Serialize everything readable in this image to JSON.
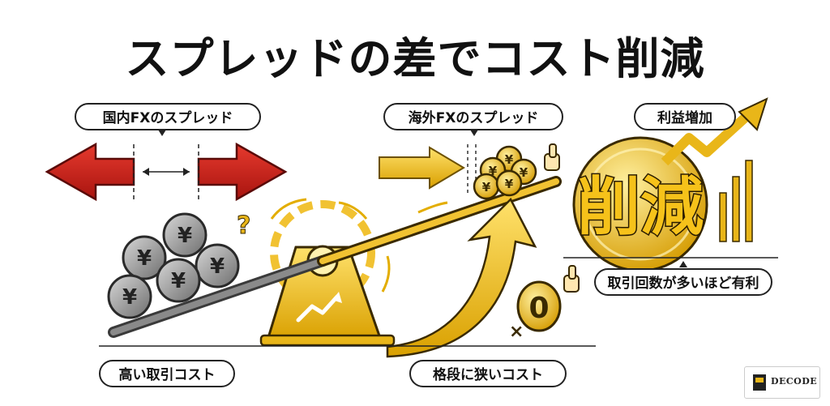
{
  "title": "スプレッドの差でコスト削減",
  "labels": {
    "domestic_spread": "国内FXのスプレッド",
    "overseas_spread": "海外FXのスプレッド",
    "profit_increase": "利益増加",
    "high_cost": "高い取引コスト",
    "narrow_cost": "格段に狭いコスト",
    "more_trades": "取引回数が多いほど有利",
    "reduction": "削減"
  },
  "coin_symbol": "¥",
  "question_mark": "?",
  "zero_symbol": "0",
  "logo": {
    "text": "DECODE"
  },
  "colors": {
    "red": "#c8201c",
    "gold": "#e9b619",
    "gold_dark": "#b98800",
    "silver": "#9a9a9a",
    "ink": "#1a1a1a"
  }
}
